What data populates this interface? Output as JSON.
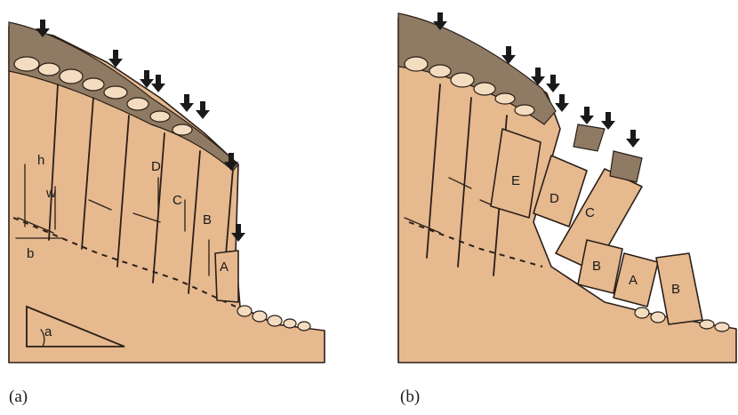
{
  "panel_a": {
    "caption": "(a)",
    "labels": {
      "h": "h",
      "w": "w",
      "b": "b",
      "a": "a",
      "A": "A",
      "B": "B",
      "C": "C",
      "D": "D"
    }
  },
  "panel_b": {
    "caption": "(b)",
    "labels": {
      "A": "A",
      "B1": "B",
      "B2": "B",
      "C": "C",
      "D": "D",
      "E": "E"
    }
  },
  "colors": {
    "rock": "#e6b98f",
    "soil": "#8f7a63",
    "pebble": "#f3dcc0",
    "ink": "#2a1f18"
  },
  "icons": [
    "load-arrow-icon"
  ]
}
